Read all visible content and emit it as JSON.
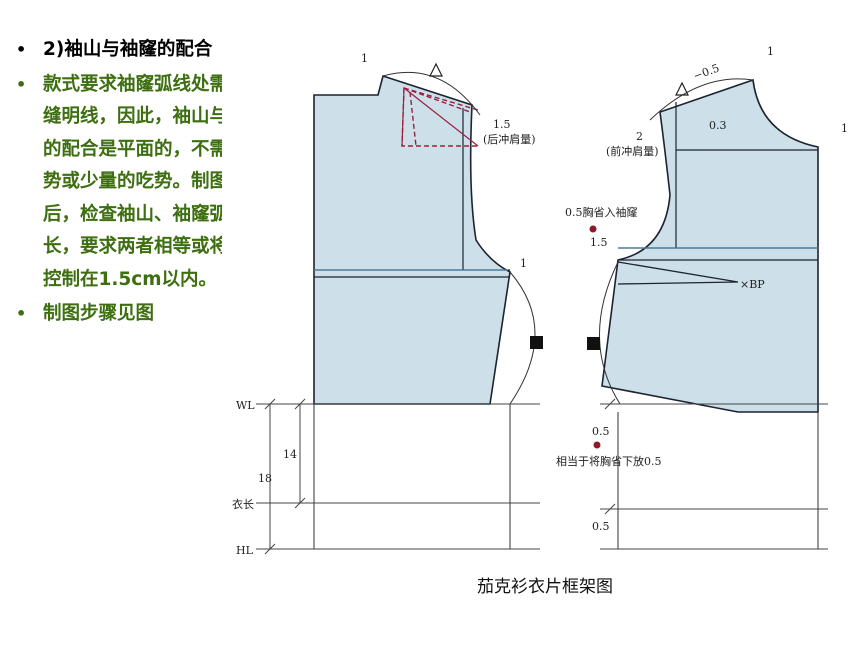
{
  "bullets": [
    {
      "text": "2)袖山与袖窿的配合"
    },
    {
      "text": "款式要求袖窿弧线处需要缉缝明线，因此，袖山与袖窿的配合是平面的，不需要吃势或少量的吃势。制图完成后，检查袖山、袖窿弧线的长，要求两者相等或将吃势控制在1.5cm以内。"
    },
    {
      "text": "制图步骤见图"
    }
  ],
  "figure": {
    "caption": "茄克衫衣片框架图",
    "labels": {
      "wl": "WL",
      "length": "衣长",
      "hl": "HL",
      "dim_14": "14",
      "dim_18": "18",
      "back_1a": "1",
      "back_1b": "1",
      "back_1_5": "1.5",
      "back_shoulder": "(后冲肩量)",
      "front_1a": "1",
      "front_1b": "1",
      "front_minus_0_5": "−0.5",
      "front_0_3": "0.3",
      "front_2": "2",
      "front_shoulder": "(前冲肩量)",
      "front_dart_note": "0.5胸省入袖窿",
      "front_1_5": "1.5",
      "front_bp": "×BP",
      "front_0_5a": "0.5",
      "front_note2": "相当于将胸省下放0.5",
      "front_0_5b": "0.5"
    },
    "colors": {
      "fill": "#cddfe8",
      "outline": "#1b2430",
      "dart": "#9a2040",
      "dot": "#8b1a2a",
      "dim": "#444444",
      "blue_line": "#4f82a8"
    }
  }
}
